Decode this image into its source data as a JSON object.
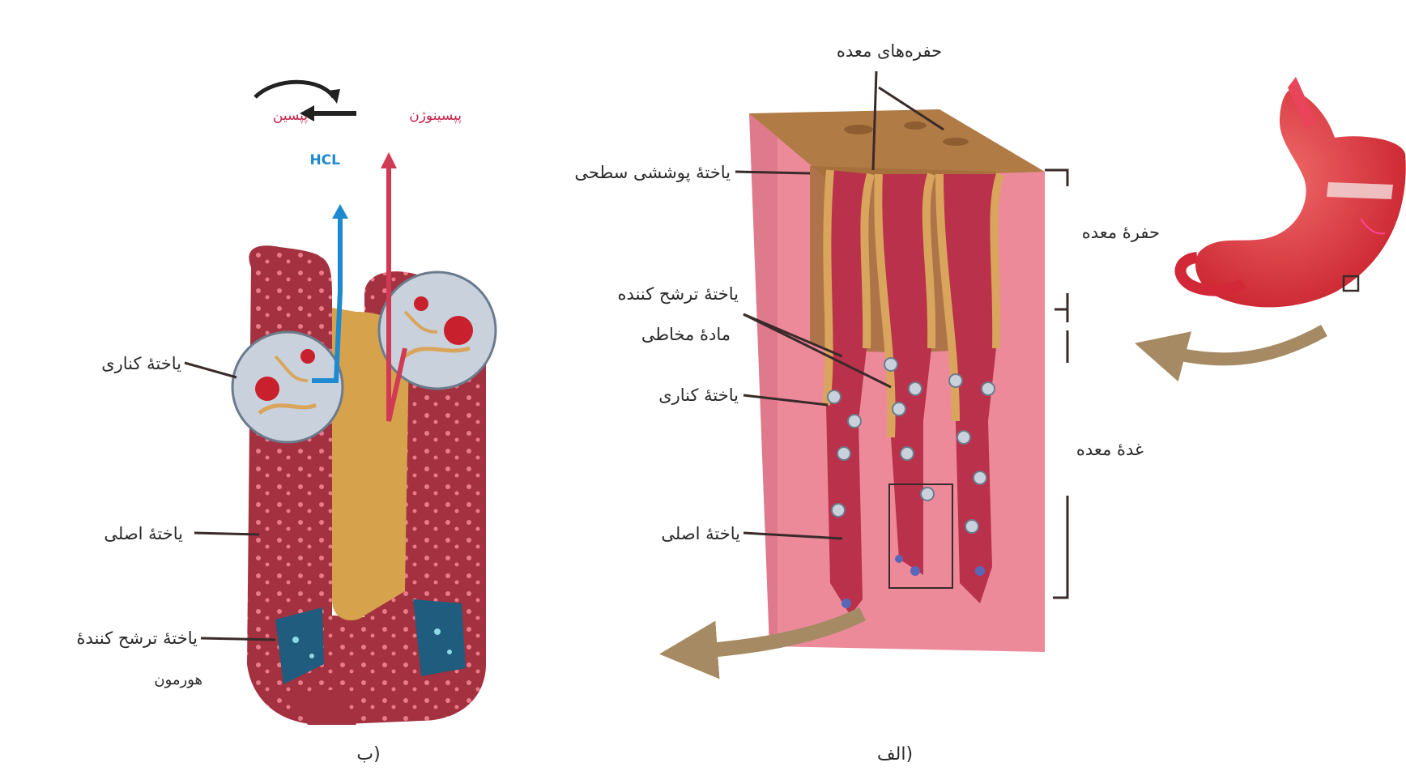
{
  "colors": {
    "tissue_pink": "#ec8a9a",
    "tissue_light": "#f6b3be",
    "pit_brown": "#b07b45",
    "epithelium_tan": "#d9a55c",
    "gland_red": "#b9314a",
    "chief_cell": "#a3313f",
    "parietal_cell": "#c9d2dc",
    "hormone_cell": "#1f5c7d",
    "lumen": "#d6a24c",
    "arrow_brown": "#a58a63",
    "stomach_red": "#e0323a",
    "hcl_blue": "#1d8ad0",
    "pepsin_red": "#d13a55"
  },
  "panel_b": {
    "caption": "ب)",
    "pepsinogen": "پپسینوژن",
    "pepsin": "پپسین",
    "hcl": "HCL",
    "parietal_cell": "یاختهٔ کناری",
    "chief_cell": "یاختهٔ اصلی",
    "hormone_cell_line1": "یاختهٔ ترشح کنندهٔ",
    "hormone_cell_line2": "هورمون"
  },
  "panel_a": {
    "caption": "الف)",
    "gastric_pits": "حفره‌های معده",
    "surface_epithelium": "یاختهٔ پوششی سطحی",
    "mucus_cell_line1": "یاختهٔ ترشح کننده",
    "mucus_cell_line2": "مادهٔ مخاطی",
    "parietal_cell": "یاختهٔ کناری",
    "chief_cell": "یاختهٔ اصلی",
    "gastric_pit": "حفرهٔ معده",
    "gastric_gland": "غدهٔ معده"
  }
}
